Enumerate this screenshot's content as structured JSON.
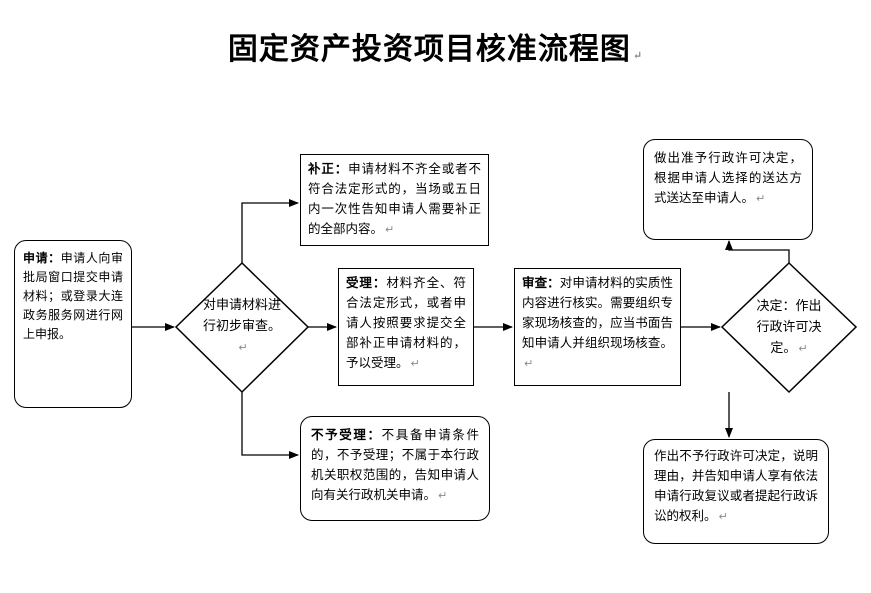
{
  "title": "固定资产投资项目核准流程图",
  "nodes": {
    "apply": {
      "label": "申请：",
      "text": "申请人向审批局窗口提交申请材料；或登录大连政务服务网进行网上申报。"
    },
    "initial": {
      "text": "对申请材料进行初步审查。"
    },
    "correct": {
      "label": "补正：",
      "text": "申请材料不齐全或者不符合法定形式的，当场或五日内一次性告知申请人需要补正的全部内容。"
    },
    "accept": {
      "label": "受理：",
      "text": "材料齐全、符合法定形式，或者申请人按照要求提交全部补正申请材料的，予以受理。"
    },
    "reject": {
      "label": "不予受理：",
      "text": "不具备申请条件的，不予受理；不属于本行政机关职权范围的，告知申请人向有关行政机关申请。"
    },
    "review": {
      "label": "审查：",
      "text": "对申请材料的实质性内容进行核实。需要组织专家现场核查的，应当书面告知申请人并组织现场核查。"
    },
    "decide": {
      "text": "决定：作出行政许可决定。"
    },
    "approve": {
      "text": "做出准予行政许可决定，根据申请人选择的送达方式送达至申请人。"
    },
    "deny": {
      "text": "作出不予行政许可决定，说明理由，并告知申请人享有依法申请行政复议或者提起行政诉讼的权利。"
    }
  },
  "para_mark": "↵"
}
